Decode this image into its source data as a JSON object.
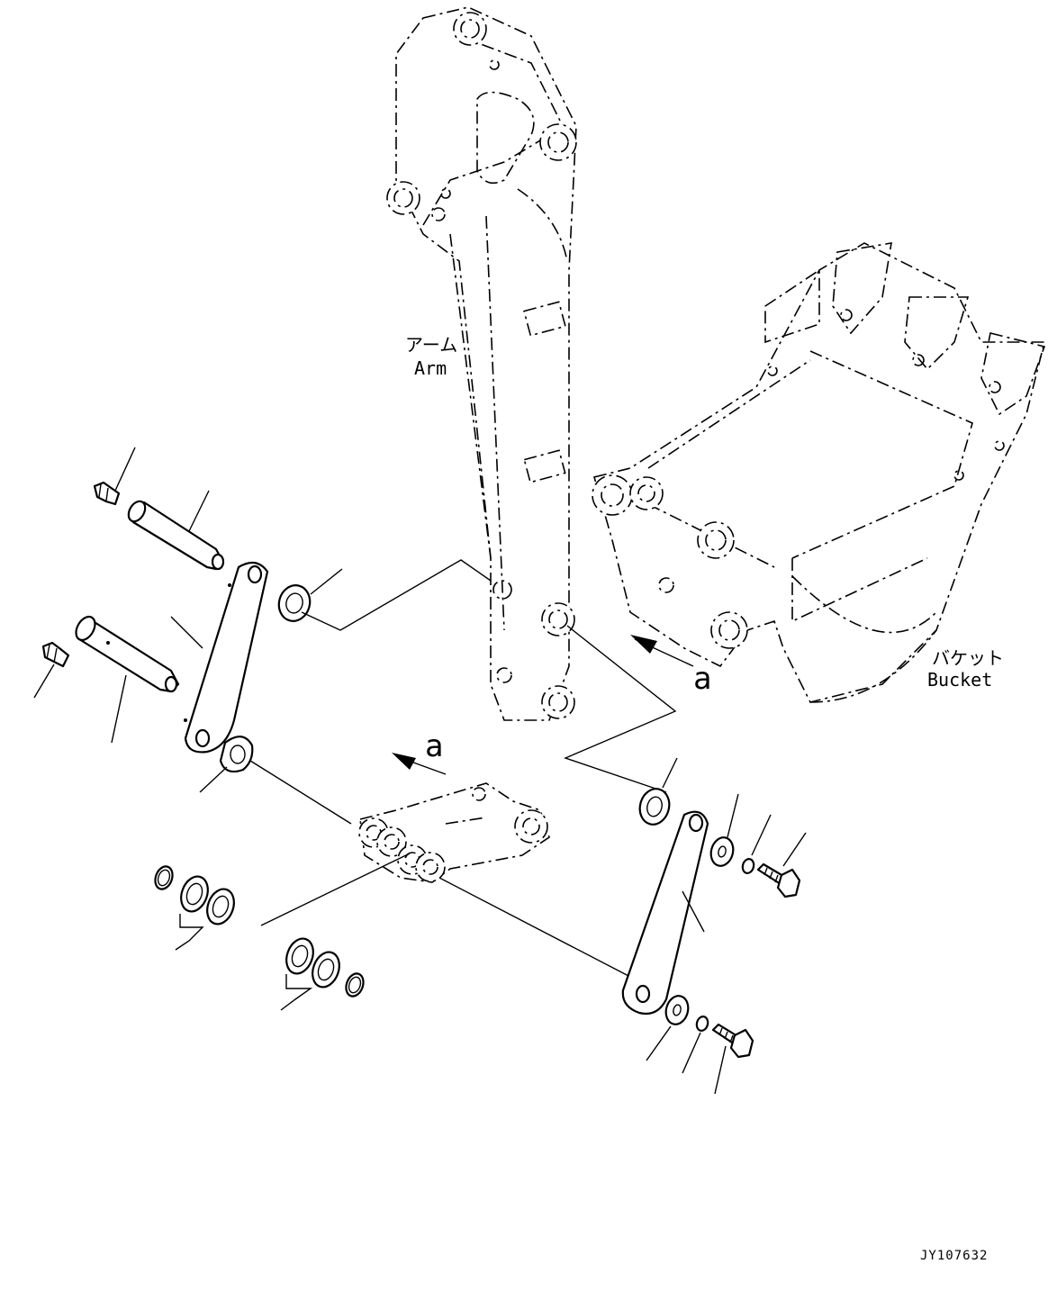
{
  "labels": {
    "arm_jp": "アーム",
    "arm_en": "Arm",
    "bucket_jp": "バケット",
    "bucket_en": "Bucket",
    "view_marker_upper": "a",
    "view_marker_lower": "a",
    "drawing_ref": "JY107632"
  }
}
